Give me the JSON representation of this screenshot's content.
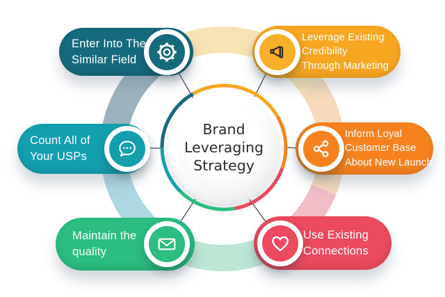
{
  "title": "Brand Leveraging Strategy",
  "center": {
    "lines": [
      "Brand",
      "Leveraging",
      "Strategy"
    ],
    "text_color": "#2b2b2b",
    "ring_segments": [
      {
        "name": "dark-teal",
        "color": "#17697E"
      },
      {
        "name": "amber",
        "color": "#F6A71F"
      },
      {
        "name": "orange",
        "color": "#F5821F"
      },
      {
        "name": "red",
        "color": "#E9485E"
      },
      {
        "name": "green",
        "color": "#2BBD81"
      },
      {
        "name": "teal",
        "color": "#189FB0"
      }
    ]
  },
  "outer_ring": {
    "segments": [
      {
        "name": "faded-amber",
        "color": "#F8E3B5"
      },
      {
        "name": "faded-orange",
        "color": "#F7DABB"
      },
      {
        "name": "faded-pink",
        "color": "#F2BDC7"
      },
      {
        "name": "faded-green",
        "color": "#BEE6D5"
      },
      {
        "name": "faded-light-teal",
        "color": "#ADD8E2"
      },
      {
        "name": "faded-steel",
        "color": "#9CB2BD"
      }
    ]
  },
  "nodes": [
    {
      "id": "enter-into-the-similar-field",
      "lines": [
        "Enter Into The",
        "Similar Field"
      ],
      "icon": "gear-icon",
      "color": "#166A7D",
      "icon_color": "#166A7D",
      "glyph_color": "#ffffff"
    },
    {
      "id": "leverage-existing-credibility-through-marketing",
      "lines": [
        "Leverage Existing",
        "Credibility",
        "Through Marketing"
      ],
      "icon": "megaphone-icon",
      "color": "#F7A621",
      "icon_color": "#F8B02A",
      "glyph_color": "#2E2A22"
    },
    {
      "id": "count-all-of-your-usps",
      "lines": [
        "Count All of",
        "Your USPs"
      ],
      "icon": "speech-bubble-icon",
      "color": "#149FAF",
      "icon_color": "#149FAF",
      "glyph_color": "#ffffff"
    },
    {
      "id": "inform-loyal-customer-base-about-new-launch",
      "lines": [
        "Inform Loyal",
        "Customer Base",
        "About New Launch"
      ],
      "icon": "share-icon",
      "color": "#F5821F",
      "icon_color": "#F5821F",
      "glyph_color": "#ffffff"
    },
    {
      "id": "maintain-the-quality",
      "lines": [
        "Maintain the",
        "quality"
      ],
      "icon": "envelope-icon",
      "color": "#2BBD81",
      "icon_color": "#2BBD81",
      "glyph_color": "#ffffff"
    },
    {
      "id": "use-existing-connections",
      "lines": [
        "Use Existing",
        "Connections"
      ],
      "icon": "heart-icon",
      "color": "#EC4A5F",
      "icon_color": "#EC4A5F",
      "glyph_color": "#ffffff"
    }
  ],
  "palette": {
    "background": "#ffffff",
    "connector_line": "#4d4d4d",
    "label_text": "#ffffff",
    "plate_white": "#ffffff"
  }
}
